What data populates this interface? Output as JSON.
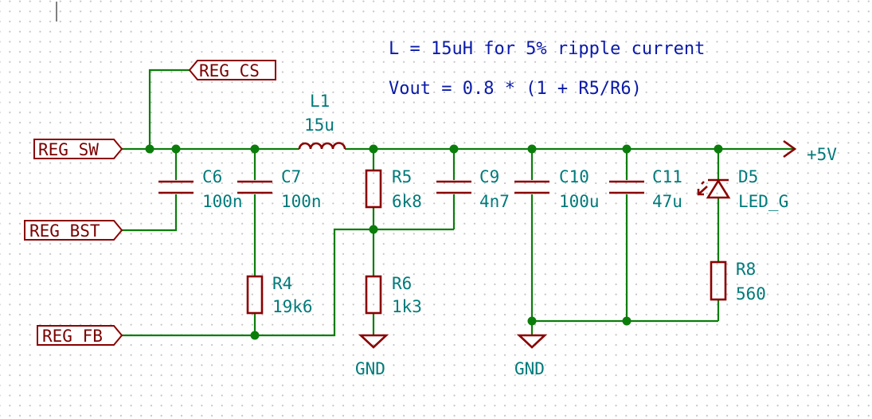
{
  "notes": {
    "ripple": "L = 15uH for 5% ripple current",
    "vout": "Vout = 0.8 * (1 + R5/R6)"
  },
  "global_labels": {
    "reg_cs": "REG_CS",
    "reg_sw": "REG_SW",
    "reg_bst": "REG_BST",
    "reg_fb": "REG_FB"
  },
  "power": {
    "plus5v": "+5V",
    "gnd1": "GND",
    "gnd2": "GND"
  },
  "components": {
    "L1": {
      "ref": "L1",
      "value": "15u"
    },
    "C6": {
      "ref": "C6",
      "value": "100n"
    },
    "C7": {
      "ref": "C7",
      "value": "100n"
    },
    "R5": {
      "ref": "R5",
      "value": "6k8"
    },
    "C9": {
      "ref": "C9",
      "value": "4n7"
    },
    "C10": {
      "ref": "C10",
      "value": "100u"
    },
    "C11": {
      "ref": "C11",
      "value": "47u"
    },
    "D5": {
      "ref": "D5",
      "value": "LED_G"
    },
    "R4": {
      "ref": "R4",
      "value": "19k6"
    },
    "R6": {
      "ref": "R6",
      "value": "1k3"
    },
    "R8": {
      "ref": "R8",
      "value": "560"
    }
  },
  "colors": {
    "wire": "#0b7d0b",
    "component": "#8a0000",
    "reference_text": "#007a7a",
    "note_text": "#0a1aa8",
    "label_text": "#7a0000"
  }
}
